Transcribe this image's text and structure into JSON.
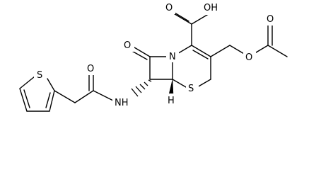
{
  "molecule": {
    "atom_labels": {
      "carboxyl_oh": "OH",
      "carboxyl_o": "O",
      "beta_lactam_o": "O",
      "n_ring": "N",
      "ester_o_link": "O",
      "ester_o_carbonyl": "O",
      "s_ring": "S",
      "nh": "NH",
      "amide_o": "O",
      "s_thiophene": "S",
      "h_stereo": "H"
    }
  }
}
